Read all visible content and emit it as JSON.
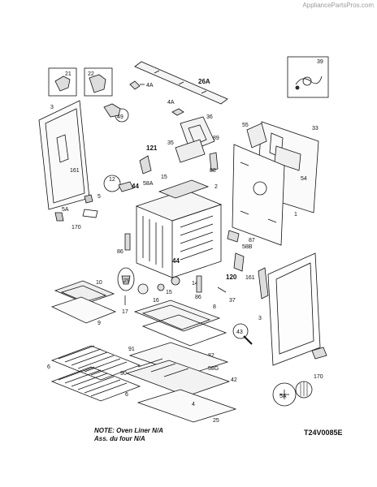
{
  "watermark": "AppliancePartsPros.com",
  "note_line1": "NOTE: Oven Liner N/A",
  "note_line2": "Ass. du four N/A",
  "diagram_code": "T24V0085E",
  "callouts": {
    "c21": "21",
    "c22": "22",
    "c39": "39",
    "c4a_top": "4A",
    "c26a": "26A",
    "c3_left": "3",
    "c49": "49",
    "c4a_mid": "4A",
    "c36": "36",
    "c55": "55",
    "c33": "33",
    "c121": "121",
    "c89": "89",
    "c35": "35",
    "c161_left": "161",
    "c88": "88",
    "c54": "54",
    "c12": "12",
    "c15_top": "15",
    "c58a": "58A",
    "c2": "2",
    "c44_left": "44",
    "c5": "5",
    "c5a_left": "5A",
    "c1": "1",
    "c170_left": "170",
    "c87": "87",
    "c58b": "58B",
    "c86_left": "86",
    "c44_mid": "44",
    "c161_right": "161",
    "c120": "120",
    "c10": "10",
    "c29": "29",
    "c14": "14",
    "c15_mid": "15",
    "c16": "16",
    "c86_right": "86",
    "c37": "37",
    "c17": "17",
    "c9": "9",
    "c8": "8",
    "c3_right": "3",
    "c43": "43",
    "c82": "82",
    "c91": "91",
    "c6_top": "6",
    "c90": "90",
    "c58g": "58G",
    "c42": "42",
    "c6_bot": "6",
    "c4": "4",
    "c170_right": "170",
    "c5a_right": "5A",
    "c25": "25"
  }
}
